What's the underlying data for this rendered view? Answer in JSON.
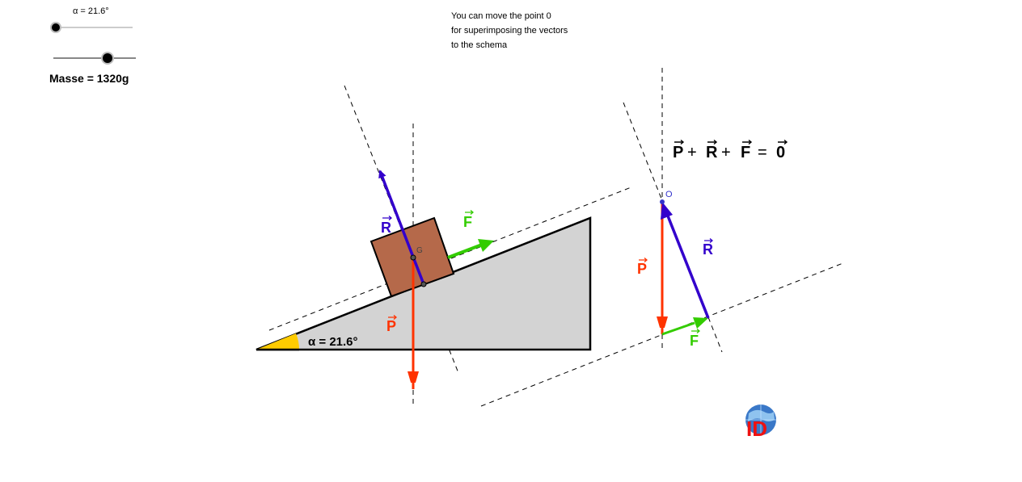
{
  "controls": {
    "angle_slider": {
      "label": "α = 21.6°",
      "value_deg": 21.6
    },
    "mass_slider": {
      "value_fraction": 0.66
    },
    "mass_readout": "Masse = 1320g"
  },
  "instructions": {
    "line1": "You can move the point 0",
    "line2": "for superimposing the vectors",
    "line3": "to the schema"
  },
  "diagram": {
    "angle_label": "α = 21.6°",
    "center_label": "G",
    "origin_label": "O",
    "vector_R": "R",
    "vector_P": "P",
    "vector_F": "F",
    "equation": {
      "p": "P",
      "plus1": "+",
      "r": "R",
      "plus2": "+",
      "f": "F",
      "equals": "=",
      "zero": "0"
    },
    "colors": {
      "R": "#3300cc",
      "P": "#ff3300",
      "F": "#33cc00",
      "block": "#b5694a",
      "incline": "#d3d3d3",
      "angle_wedge": "#ffcc00"
    }
  },
  "logo": {
    "text": "ID"
  }
}
